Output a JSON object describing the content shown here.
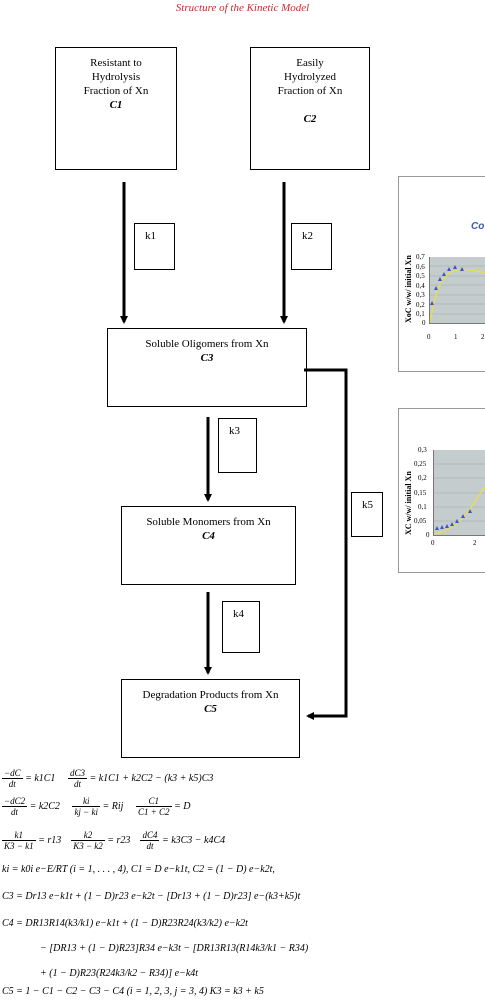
{
  "title": "Structure of the Kinetic Model",
  "boxes": {
    "c1": {
      "lines": [
        "Resistant to",
        "Hydrolysis",
        "Fraction of Xn"
      ],
      "sub": "C1"
    },
    "c2": {
      "lines": [
        "Easily",
        "Hydrolyzed",
        "Fraction of Xn"
      ],
      "sub": "C2"
    },
    "c3": {
      "lines": [
        "Soluble Oligomers  from Xn"
      ],
      "sub": "C3"
    },
    "c4": {
      "lines": [
        "Soluble Monomers from Xn"
      ],
      "sub": "C4"
    },
    "c5": {
      "lines": [
        "Degradation Products from Xn"
      ],
      "sub": "C5"
    }
  },
  "rates": {
    "k1": "k1",
    "k2": "k2",
    "k3": "k3",
    "k4": "k4",
    "k5": "k5"
  },
  "panel1": {
    "title": "Co",
    "ylabel": "XoC w/w/ initial Xn",
    "yticks": [
      "0,7",
      "0,6",
      "0,5",
      "0,4",
      "0,3",
      "0,2",
      "0,1",
      "0"
    ],
    "xticks": [
      "0",
      "1",
      "2"
    ]
  },
  "panel2": {
    "ylabel": "XC w/w/ initial Xn",
    "yticks": [
      "0,3",
      "0,25",
      "0,2",
      "0,15",
      "0,1",
      "0,05",
      "0"
    ],
    "xticks": [
      "0",
      "2"
    ]
  },
  "equations": {
    "e1a_num": "−dC",
    "e1a_den": "dt",
    "e1a_rhs": "= k1C1",
    "e1b_num": "dC3",
    "e1b_den": "dt",
    "e1b_rhs": "= k1C1 + k2C2 − (k3 + k5)C3",
    "e2a_num": "−dC2",
    "e2a_den": "dt",
    "e2a_rhs": "= k2C2",
    "e2b_num": "ki",
    "e2b_den": "kj − ki",
    "e2b_rhs": "= Rij",
    "e2c_num": "C1",
    "e2c_den": "C1 + C2",
    "e2c_rhs": "= D",
    "e3a_num": "k1",
    "e3a_den": "K3 − k1",
    "e3a_rhs": "= r13",
    "e3b_num": "k2",
    "e3b_den": "K3 − k2",
    "e3b_rhs": "= r23",
    "e3c_num": "dC4",
    "e3c_den": "dt",
    "e3c_rhs": "= k3C3 − k4C4",
    "l4": "ki = k0i e−E/RT  (i = 1, . . . , 4),    C1 = D e−k1t,    C2 = (1 − D) e−k2t,",
    "l5": "C3 = Dr13 e−k1t + (1 − D)r23 e−k2t − [Dr13 + (1 − D)r23] e−(k3+k5)t",
    "l6": "C4 = DR13R14(k3/k1) e−k1t + (1 − D)R23R24(k3/k2) e−k2t",
    "l7": "− [DR13 + (1 − D)R23]R34 e−k3t − [DR13R13(R14k3/k1 − R34)",
    "l8": "+ (1 − D)R23(R24k3/k2 − R34)] e−k4t",
    "l9": "C5 = 1 − C1 − C2 − C3 − C4  (i = 1, 2, 3, j = 3, 4)    K3 = k3 + k5"
  }
}
